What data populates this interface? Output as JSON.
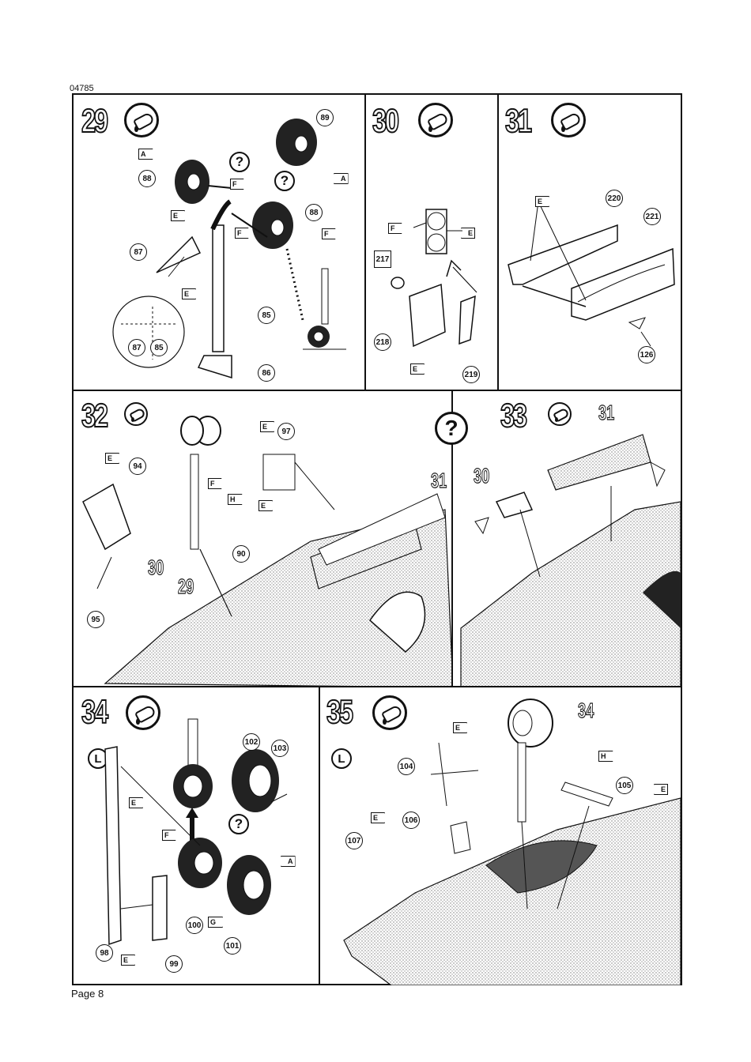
{
  "header": {
    "doc_code": "04785"
  },
  "footer": {
    "page_label": "Page 8"
  },
  "steps": {
    "s29": {
      "number": "29",
      "callouts": [
        "89",
        "88",
        "88",
        "87",
        "85",
        "86",
        "87",
        "85"
      ],
      "flags": [
        "A",
        "F",
        "A",
        "E",
        "F",
        "F",
        "E"
      ],
      "question": "?"
    },
    "s30": {
      "number": "30",
      "callouts": [
        "217",
        "218",
        "219"
      ],
      "flags": [
        "F",
        "E",
        "E"
      ]
    },
    "s31": {
      "number": "31",
      "callouts": [
        "220",
        "221",
        "126"
      ],
      "flags": [
        "E"
      ]
    },
    "s32": {
      "number": "32",
      "callouts": [
        "97",
        "94",
        "90",
        "95"
      ],
      "flags": [
        "E",
        "E",
        "F",
        "H",
        "E"
      ],
      "refs": [
        "31",
        "30",
        "29"
      ]
    },
    "s33": {
      "number": "33",
      "refs": [
        "31",
        "30"
      ]
    },
    "s34": {
      "number": "34",
      "callouts": [
        "102",
        "103",
        "98",
        "99",
        "100",
        "101"
      ],
      "flags": [
        "E",
        "F",
        "A",
        "G",
        "E"
      ],
      "badge": "L",
      "question": "?"
    },
    "s35": {
      "number": "35",
      "callouts": [
        "104",
        "105",
        "106",
        "107"
      ],
      "flags": [
        "E",
        "H",
        "E",
        "E"
      ],
      "badge": "L",
      "refs": [
        "34"
      ]
    }
  },
  "nav_question": "?",
  "icons": {
    "glue": "glue-tube-icon",
    "question": "question-mark-icon",
    "arrow": "arrow-icon"
  }
}
